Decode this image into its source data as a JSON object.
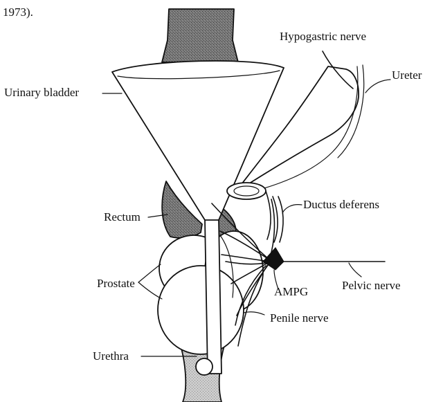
{
  "header_fragment": "1973).",
  "labels": {
    "hypogastric_nerve": "Hypogastric nerve",
    "ureter": "Ureter",
    "urinary_bladder": "Urinary bladder",
    "rectum": "Rectum",
    "ductus_deferens": "Ductus deferens",
    "prostate": "Prostate",
    "ampg": "AMPG",
    "pelvic_nerve": "Pelvic nerve",
    "penile_nerve": "Penile nerve",
    "urethra": "Urethra"
  },
  "colors": {
    "ink": "#111111",
    "dark_stipple": "#6e6e6e",
    "light_stipple": "#c4c4c4",
    "background": "#ffffff"
  }
}
